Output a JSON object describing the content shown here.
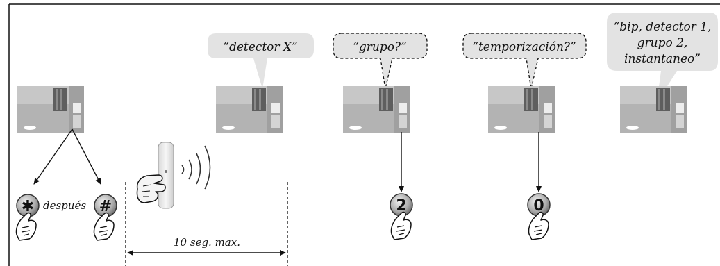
{
  "bubbles": {
    "b1": "“detector X”",
    "b2": "“grupo?”",
    "b3": "“temporización?”",
    "b4_line1": "“bip, detector 1,",
    "b4_line2": "grupo 2,",
    "b4_line3": "instantaneo”"
  },
  "labels": {
    "despues": "después",
    "timing": "10 seg. max."
  },
  "keys": {
    "star": "✱",
    "hash": "#",
    "two": "2",
    "zero": "0"
  }
}
